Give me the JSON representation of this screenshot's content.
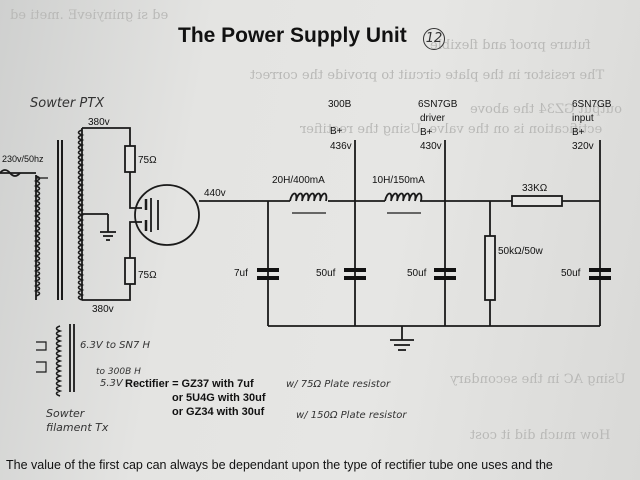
{
  "title": "The Power Supply Unit",
  "page_number": "12",
  "transformer_label": "Sowter PTX",
  "mains_label": "230v/50hz",
  "secondary_top": "380v",
  "secondary_bottom": "380v",
  "resistor_top": "75Ω",
  "resistor_bottom": "75Ω",
  "rectifier_out": "440v",
  "choke1": "20H/400mA",
  "choke2": "10H/150mA",
  "resistor_33k": "33KΩ",
  "resistor_50k": "50kΩ/50w",
  "node_300b": {
    "name": "300B",
    "bplus": "B+",
    "voltage": "436v"
  },
  "node_driver": {
    "name": "6SN7GB",
    "role": "driver",
    "bplus": "B+",
    "voltage": "430v"
  },
  "node_input": {
    "name": "6SN7GB",
    "role": "input",
    "bplus": "B+",
    "voltage": "320v"
  },
  "caps": [
    "7uf",
    "50uf",
    "50uf",
    "50uf"
  ],
  "filament": {
    "label_line1": "Sowter",
    "label_line2": "filament Tx",
    "tap1": "6.3V to SN7 H",
    "tap2": "to 300B H",
    "tap2_prefix": "5.3V"
  },
  "rectifier_notes": {
    "line1": "Rectifier = GZ37 with 7uf",
    "line2": "or 5U4G with 30uf",
    "line3": "or GZ34 with 30uf",
    "hand1": "w/ 75Ω Plate resistor",
    "hand2": "w/ 150Ω Plate resistor"
  },
  "footer_text": "The value of the first cap can always be dependant upon the type of rectifier tube one uses and the",
  "bleed_lines": [
    "ed si gninyievE .meti ed",
    "future proof and flexible",
    "The resistor in the plate circuit to provide the correct",
    "ectification is on the valve. Using the rectifier",
    "output GZ34 the above",
    "Using AC in the secondary",
    "How much did it cost"
  ]
}
